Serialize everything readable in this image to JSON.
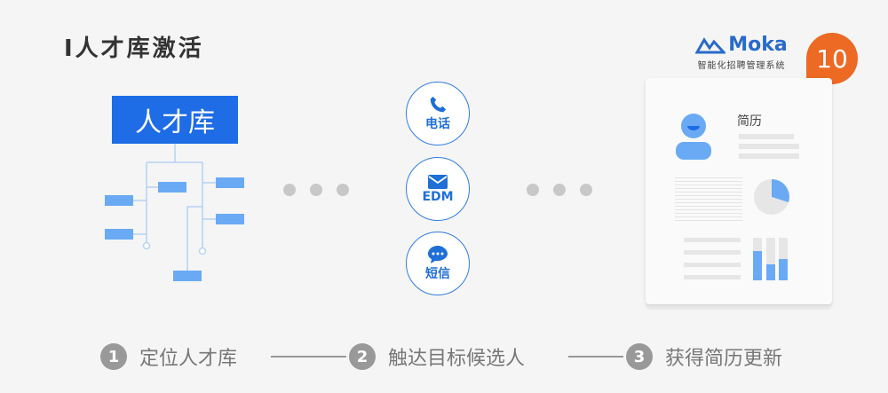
{
  "title": "I人才库激活",
  "logo": {
    "brand": "Moka",
    "subtitle": "智能化招聘管理系统"
  },
  "badge": "10",
  "root": "人才库",
  "channels": [
    {
      "label": "电话",
      "icon": "phone-icon"
    },
    {
      "label": "EDM",
      "icon": "mail-icon"
    },
    {
      "label": "短信",
      "icon": "chat-icon"
    }
  ],
  "resume": {
    "title": "简历"
  },
  "steps": [
    {
      "num": "1",
      "label": "定位人才库"
    },
    {
      "num": "2",
      "label": "触达目标候选人"
    },
    {
      "num": "3",
      "label": "获得简历更新"
    }
  ],
  "colors": {
    "accent": "#1e6ce6",
    "light": "#6aaaf5",
    "badge": "#ec6a24"
  }
}
